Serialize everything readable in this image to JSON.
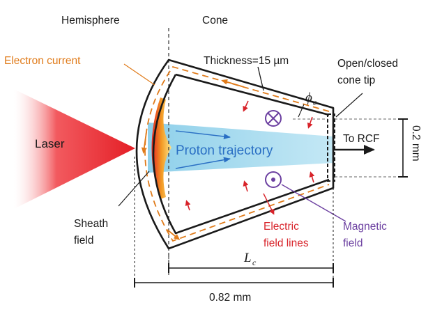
{
  "labels": {
    "hemisphere": "Hemisphere",
    "cone": "Cone",
    "electron_current": "Electron current",
    "thickness": "Thickness=15 µm",
    "open_closed_1": "Open/closed",
    "open_closed_2": "cone tip",
    "phi": "ϕ",
    "phi_sub": "c",
    "laser": "Laser",
    "proton_trajectory": "Proton trajectory",
    "to_rcf": "To RCF",
    "height": "0.2 mm",
    "sheath_1": "Sheath",
    "sheath_2": "field",
    "electric_1": "Electric",
    "electric_2": "field lines",
    "magnetic_1": "Magnetic",
    "magnetic_2": "field",
    "lc": "L",
    "lc_sub": "c",
    "total_width": "0.82 mm"
  },
  "colors": {
    "laser": "#e41e25",
    "proton_beam": "#9fd8ee",
    "proton_text": "#2a6fc4",
    "electron_current": "#e07b1a",
    "electric_field": "#d8232a",
    "magnetic_field": "#6b3fa0",
    "outline": "#1a1a1a"
  }
}
